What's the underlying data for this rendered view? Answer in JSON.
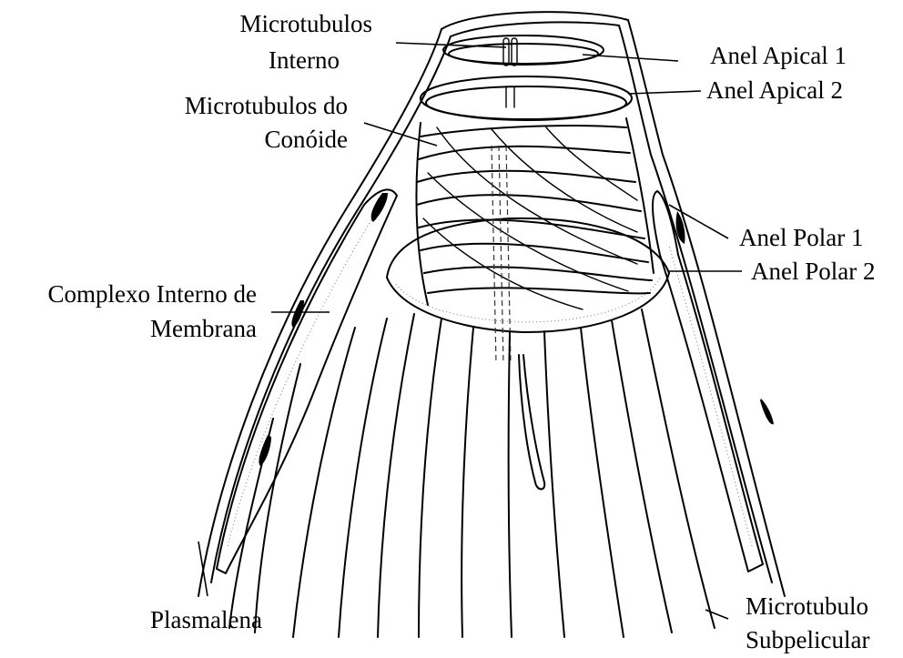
{
  "labels": {
    "microtubulos_interno": [
      "Microtubulos",
      "Interno"
    ],
    "microtubulos_conoide": [
      "Microtubulos do",
      "Conóide"
    ],
    "complexo_interno": [
      "Complexo Interno de",
      "Membrana"
    ],
    "plasmalena": "Plasmalena",
    "anel_apical_1": "Anel Apical 1",
    "anel_apical_2": "Anel Apical 2",
    "anel_polar_1": "Anel Polar 1",
    "anel_polar_2": "Anel Polar 2",
    "microtubulo_subpelicular": [
      "Microtubulo",
      "Subpelicular"
    ]
  },
  "colors": {
    "ink": "#000000",
    "background": "#ffffff"
  }
}
